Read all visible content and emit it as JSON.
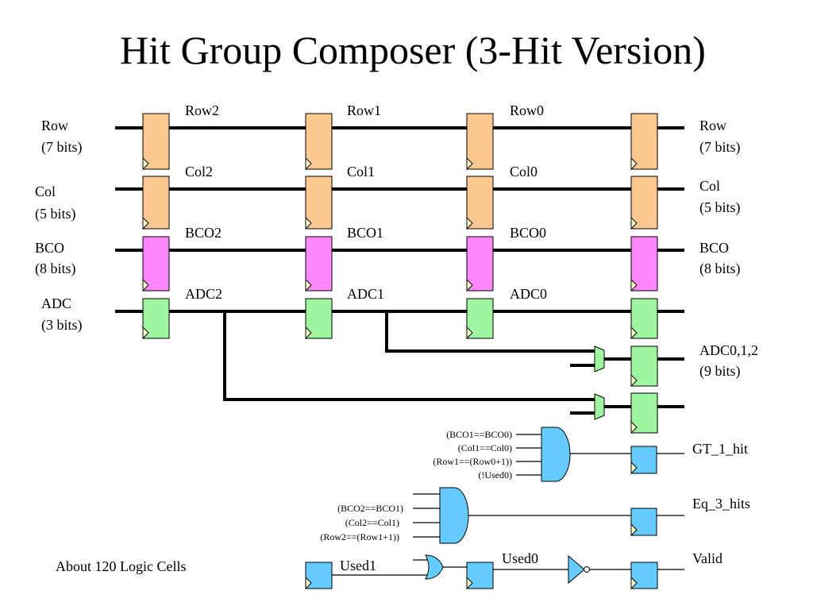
{
  "title": "Hit Group Composer (3-Hit Version)",
  "inputs": [
    {
      "name": "Row",
      "bits": "(7 bits)"
    },
    {
      "name": "Col",
      "bits": "(5 bits)"
    },
    {
      "name": "BCO",
      "bits": "(8 bits)"
    },
    {
      "name": "ADC",
      "bits": "(3 bits)"
    }
  ],
  "outputs": [
    {
      "name": "Row",
      "bits": "(7 bits)"
    },
    {
      "name": "Col",
      "bits": "(5 bits)"
    },
    {
      "name": "BCO",
      "bits": "(8 bits)"
    },
    {
      "name": "ADC0,1,2",
      "bits": "(9 bits)"
    }
  ],
  "stage_labels": {
    "row": [
      "Row2",
      "Row1",
      "Row0"
    ],
    "col": [
      "Col2",
      "Col1",
      "Col0"
    ],
    "bco": [
      "BCO2",
      "BCO1",
      "BCO0"
    ],
    "adc": [
      "ADC2",
      "ADC1",
      "ADC0"
    ]
  },
  "gate_gt1": {
    "inputs": [
      "(BCO1==BCO0)",
      "(Col1==Col0)",
      "(Row1==(Row0+1))",
      "(!Used0)"
    ],
    "output": "GT_1_hit"
  },
  "gate_eq3": {
    "inputs": [
      "(BCO2==BCO1)",
      "(Col2==Col1)",
      "(Row2==(Row1+1))"
    ],
    "output": "Eq_3_hits"
  },
  "control": {
    "used1": "Used1",
    "used0": "Used0",
    "valid": "Valid"
  },
  "footnote": "About 120 Logic Cells",
  "colors": {
    "row_col": "#fbc891",
    "bco": "#ff88ff",
    "adc": "#a0f5a0",
    "logic": "#66ccff"
  }
}
